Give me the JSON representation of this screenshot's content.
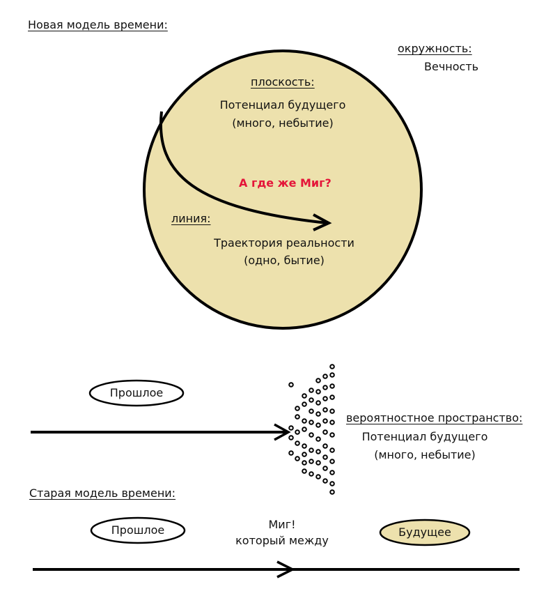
{
  "new_model": {
    "title": "Новая модель времени:",
    "circle_label": "окружность:",
    "circle_value": "Вечность",
    "plane_label": "плоскость:",
    "plane_line1": "Потенциал будущего",
    "plane_line2": "(много, небытие)",
    "question": "А где же Миг?",
    "line_label": "линия:",
    "line_line1": "Траектория реальности",
    "line_line2": "(одно, бытие)"
  },
  "middle": {
    "past_label": "Прошлое",
    "space_label": "вероятностное пространство:",
    "space_line1": "Потенциал будущего",
    "space_line2": "(много, небытие)"
  },
  "old_model": {
    "title": "Старая модель времени:",
    "past_label": "Прошлое",
    "moment_line1": "Миг!",
    "moment_line2": "который между",
    "future_label": "Будущее"
  },
  "colors": {
    "circle_fill": "#ede1ad",
    "future_fill": "#ede1ad",
    "question": "#e4163a"
  }
}
